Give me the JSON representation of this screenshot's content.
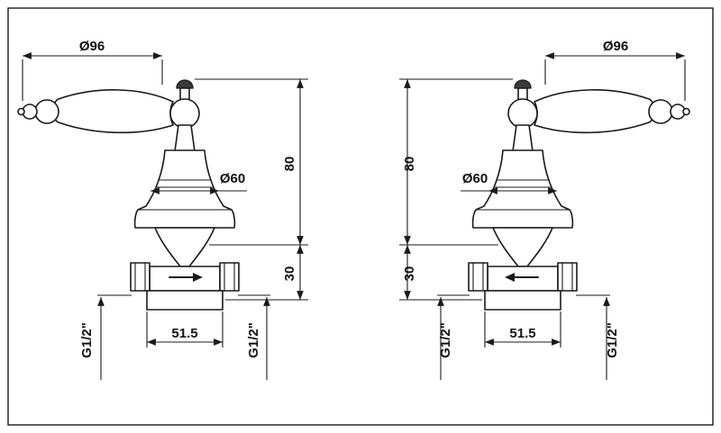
{
  "drawing": {
    "background": "#ffffff",
    "line_color": "#1a1a1a"
  },
  "dims": {
    "d96": "Ø96",
    "d60": "Ø60",
    "h80": "80",
    "h30": "30",
    "w515": "51.5",
    "thread": "G1/2\""
  },
  "valves": [
    {
      "side": "left",
      "flow_arrow": "arrow-right-icon"
    },
    {
      "side": "right",
      "flow_arrow": "arrow-left-icon"
    }
  ]
}
